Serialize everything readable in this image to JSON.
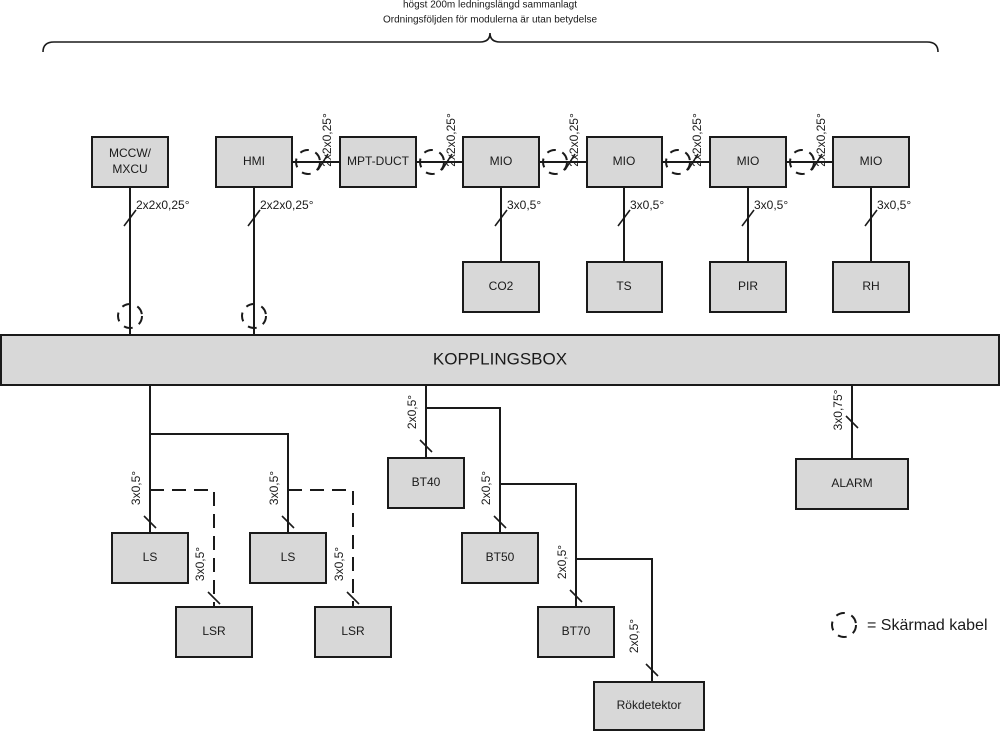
{
  "header": {
    "line1": "högst 200m ledningslängd sammanlagt",
    "line2": "Ordningsföljden för modulerna är utan betydelse"
  },
  "modules": {
    "mccw": [
      "MCCW/",
      "MXCU"
    ],
    "hmi": "HMI",
    "mpt_duct": "MPT-DUCT",
    "mio1": "MIO",
    "mio2": "MIO",
    "mio3": "MIO",
    "mio4": "MIO"
  },
  "sensors": {
    "co2": "CO2",
    "ts": "TS",
    "pir": "PIR",
    "rh": "RH"
  },
  "bus": {
    "label": "KOPPLINGSBOX"
  },
  "devices": {
    "ls1": "LS",
    "ls2": "LS",
    "lsr1": "LSR",
    "lsr2": "LSR",
    "bt40": "BT40",
    "bt50": "BT50",
    "bt70": "BT70",
    "rokdetektor": "Rökdetektor",
    "alarm": "ALARM"
  },
  "cables": {
    "mccw_drop": "2x2x0,25°",
    "hmi_drop": "2x2x0,25°",
    "hmi_mpt": "2x2x0,25°",
    "mpt_mio1": "2x2x0,25°",
    "mio1_mio2": "2x2x0,25°",
    "mio2_mio3": "2x2x0,25°",
    "mio3_mio4": "2x2x0,25°",
    "mio1_co2": "3x0,5°",
    "mio2_ts": "3x0,5°",
    "mio3_pir": "3x0,5°",
    "mio4_rh": "3x0,5°",
    "ls1": "3x0,5°",
    "ls2": "3x0,5°",
    "lsr1": "3x0,5°",
    "lsr2": "3x0,5°",
    "bt40": "2x0,5°",
    "bt50": "2x0,5°",
    "bt70": "2x0,5°",
    "rok": "2x0,5°",
    "alarm": "3x0,75°"
  },
  "legend": {
    "text": "= Skärmad kabel"
  }
}
